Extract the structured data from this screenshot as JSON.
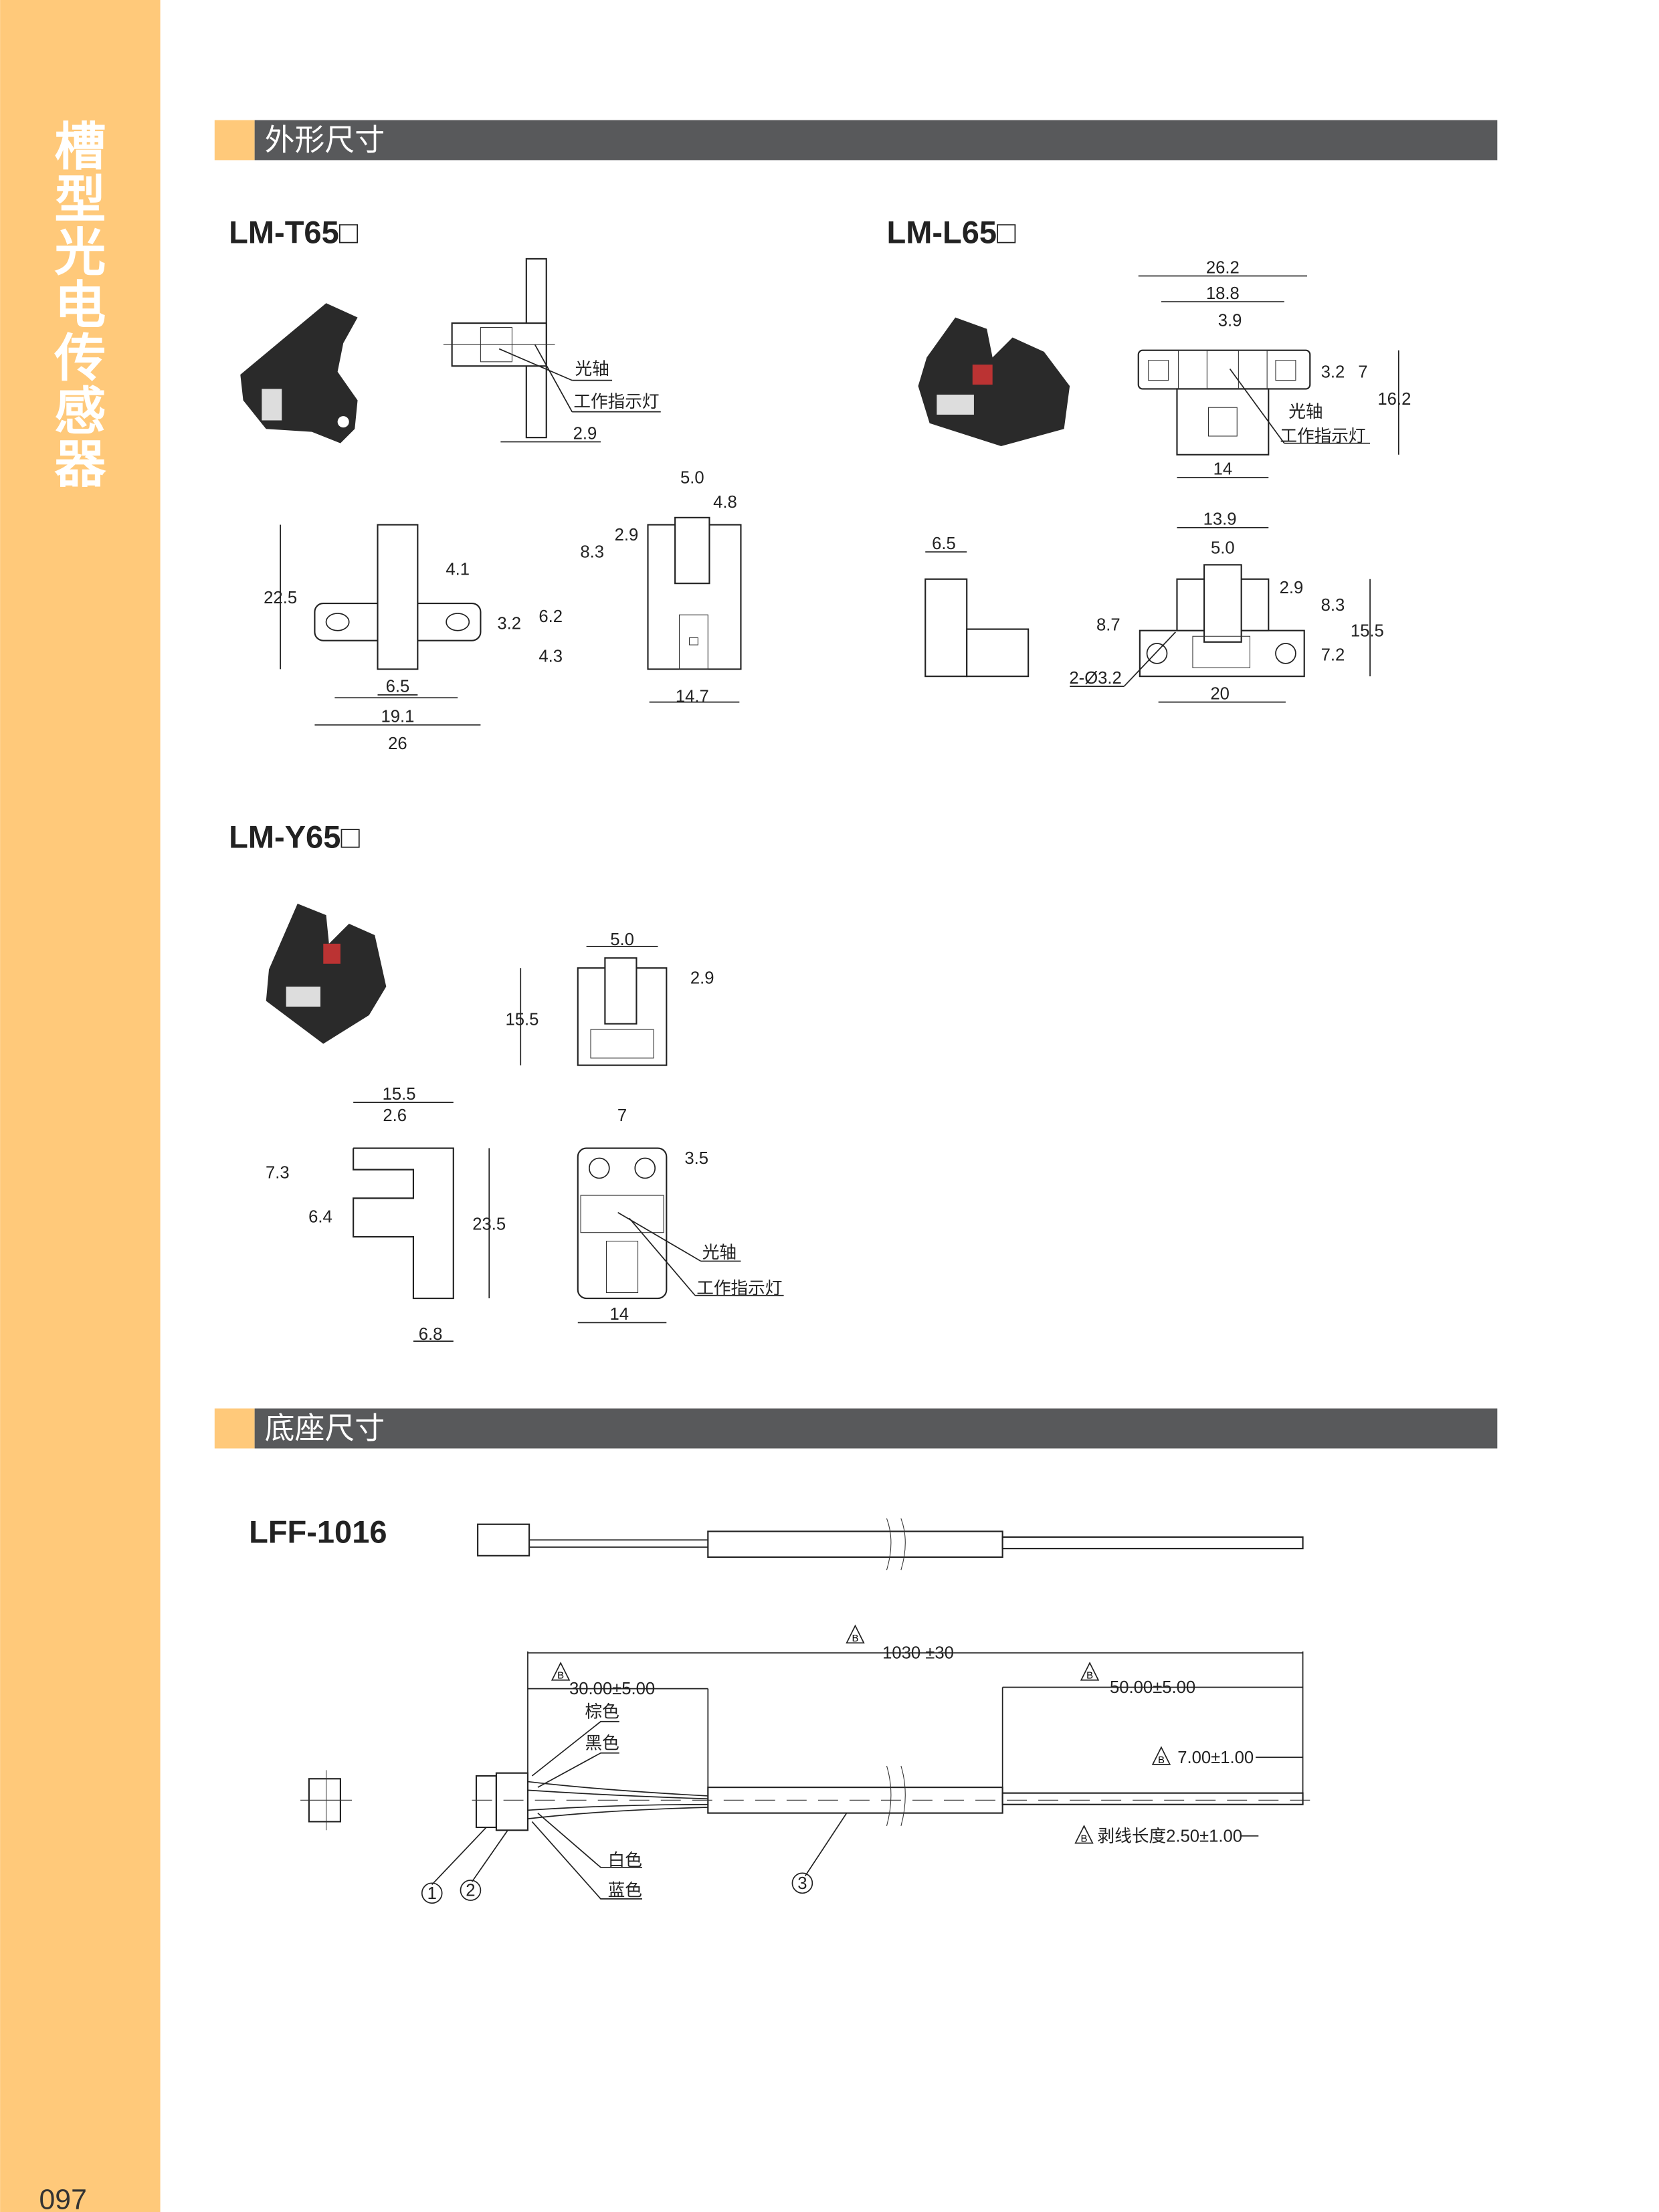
{
  "sidebar": {
    "title_chars": [
      "槽",
      "型",
      "光",
      "电",
      "传",
      "感",
      "器"
    ],
    "page_number": "097",
    "color": "#FFC97A"
  },
  "sections": {
    "outline_title": "外形尺寸",
    "base_title": "底座尺寸",
    "bar_color": "#58595B"
  },
  "lm_t65": {
    "model": "LM-T65□",
    "labels": {
      "axis": "光轴",
      "indicator": "工作指示灯"
    },
    "dims": [
      "2.9",
      "5.0",
      "4.8",
      "2.9",
      "8.3",
      "22.5",
      "4.1",
      "3.2",
      "6.2",
      "4.3",
      "6.5",
      "19.1",
      "26",
      "14.7"
    ]
  },
  "lm_l65": {
    "model": "LM-L65□",
    "labels": {
      "axis": "光轴",
      "indicator": "工作指示灯"
    },
    "dims": [
      "26.2",
      "18.8",
      "3.9",
      "3.2",
      "7",
      "16.2",
      "14",
      "13.9",
      "5.0",
      "6.5",
      "2.9",
      "8.3",
      "15.5",
      "8.7",
      "7.2",
      "2-Ø3.2",
      "20"
    ]
  },
  "lm_y65": {
    "model": "LM-Y65□",
    "labels": {
      "axis": "光轴",
      "indicator": "工作指示灯"
    },
    "dims": [
      "5.0",
      "2.9",
      "15.5",
      "15.5",
      "2.6",
      "7.3",
      "6.4",
      "23.5",
      "6.8",
      "7",
      "3.5",
      "14"
    ]
  },
  "lff_1016": {
    "model": "LFF-1016",
    "dims": [
      "1030 ±30",
      "30.00±5.00",
      "50.00±5.00",
      "7.00±1.00",
      "剥线长度2.50±1.00"
    ],
    "wire_colors": [
      "棕色",
      "黑色",
      "白色",
      "蓝色"
    ],
    "callouts": [
      "1",
      "2",
      "3"
    ],
    "tolerance_mark": "B"
  }
}
